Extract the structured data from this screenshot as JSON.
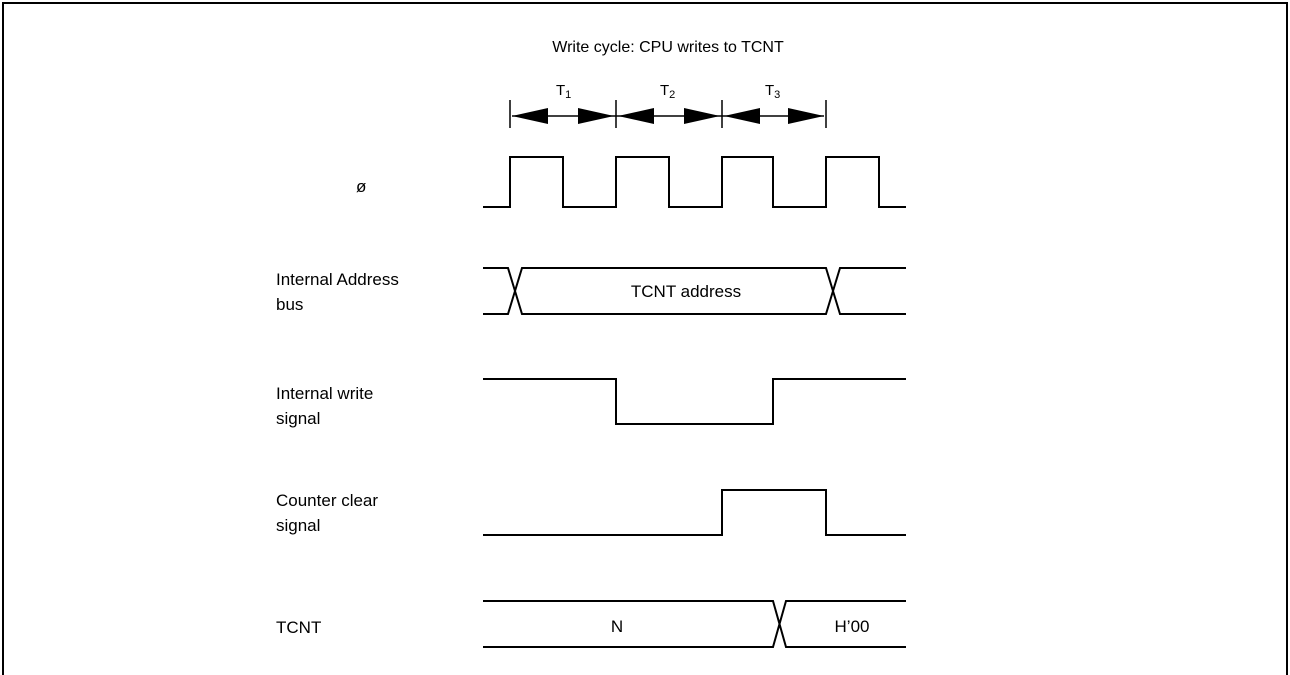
{
  "title": "Write cycle: CPU writes to TCNT",
  "phases": [
    {
      "main": "T",
      "sub": "1"
    },
    {
      "main": "T",
      "sub": "2"
    },
    {
      "main": "T",
      "sub": "3"
    }
  ],
  "signals": {
    "clock": {
      "line1": "ø",
      "line2": ""
    },
    "address_bus": {
      "line1": "Internal Address",
      "line2": "bus",
      "value": "TCNT address"
    },
    "write_signal": {
      "line1": "Internal write",
      "line2": "signal"
    },
    "counter_clear": {
      "line1": "Counter clear",
      "line2": "signal"
    },
    "tcnt": {
      "line1": "TCNT",
      "line2": "",
      "value_before": "N",
      "value_after": "H’00"
    }
  }
}
